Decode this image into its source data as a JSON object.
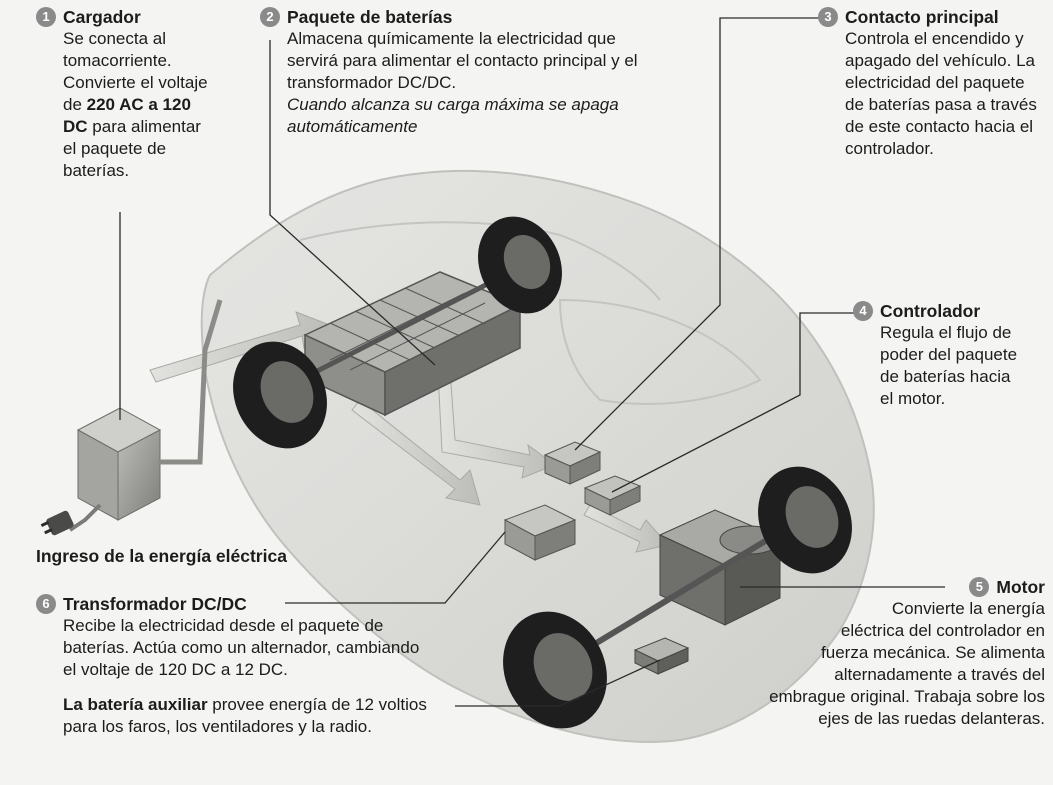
{
  "c1": {
    "num": "1",
    "title": "Cargador",
    "l1": "Se conecta al",
    "l2": "tomacorriente.",
    "l3": "Convierte el voltaje",
    "l4a": "de ",
    "l4b": "220 AC a 120",
    "l5a": "DC",
    "l5b": " para alimentar",
    "l6": "el paquete de",
    "l7": "baterías."
  },
  "c2": {
    "num": "2",
    "title": "Paquete de baterías",
    "l1": "Almacena químicamente la electricidad que",
    "l2": "servirá para alimentar el contacto principal y el",
    "l3": "transformador DC/DC.",
    "i1": "Cuando alcanza su carga máxima se apaga",
    "i2": "automáticamente"
  },
  "c3": {
    "num": "3",
    "title": "Contacto principal",
    "l1": "Controla el encendido y",
    "l2": "apagado del vehículo. La",
    "l3": "electricidad del paquete",
    "l4": "de baterías pasa a través",
    "l5": "de este contacto hacia el",
    "l6": "controlador."
  },
  "c4": {
    "num": "4",
    "title": "Controlador",
    "l1": "Regula el flujo de",
    "l2": "poder del paquete",
    "l3": "de baterías hacia",
    "l4": "el motor."
  },
  "c5": {
    "num": "5",
    "title": "Motor",
    "l1": "Convierte la energía",
    "l2": "eléctrica del controlador en",
    "l3": "fuerza mecánica. Se alimenta",
    "l4": "alternadamente a través del",
    "l5": "embrague original. Trabaja sobre los",
    "l6": "ejes de las ruedas delanteras."
  },
  "c6": {
    "num": "6",
    "title": "Transformador DC/DC",
    "l1": "Recibe la electricidad desde el paquete de",
    "l2": "baterías. Actúa como un alternador, cambiando",
    "l3": "el voltaje de 120 DC a 12 DC."
  },
  "aux": {
    "bold": "La batería auxiliar",
    "rest": " provee energía de 12 voltios",
    "l2": "para los faros, los ventiladores y la radio."
  },
  "ingreso": "Ingreso de la energía eléctrica",
  "colors": {
    "badge": "#8a8a8a",
    "text": "#1c1c1c",
    "body": "#d9d9d6",
    "component": "#9a9a97",
    "tire": "#1e1e1e"
  }
}
